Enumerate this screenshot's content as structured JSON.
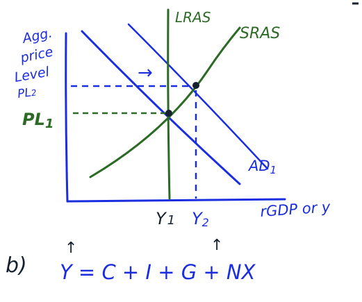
{
  "diagram": {
    "axes": {
      "y_label_lines": [
        "Agg.",
        "price",
        "Level"
      ],
      "x_label": "rGDP or y"
    },
    "curves": {
      "lras": "LRAS",
      "sras": "SRAS",
      "ad1": "AD",
      "ad1_subscript": "1"
    },
    "price_levels": {
      "pl1": "PL",
      "pl1_subscript": "1",
      "pl2": "PL",
      "pl2_subscript": "2"
    },
    "output_levels": {
      "y1": "Y",
      "y1_subscript": "1",
      "y2": "Y",
      "y2_subscript": "2"
    },
    "shift_arrow": "→"
  },
  "equation": {
    "part_label": "b)",
    "text": "Y = C + I + G + NX",
    "up_arrow": "↑"
  },
  "colors": {
    "blue": "#1a2ee0",
    "green": "#2c6b25",
    "dark": "#15212e"
  }
}
